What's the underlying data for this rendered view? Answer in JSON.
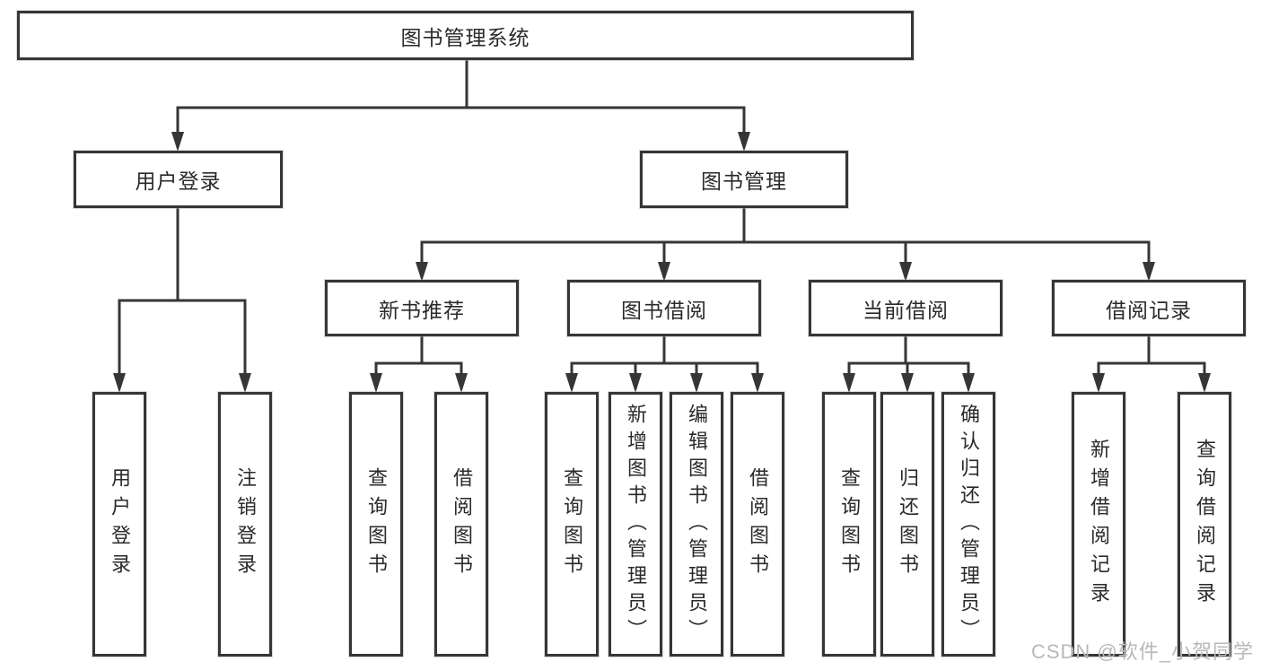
{
  "diagram": {
    "root": {
      "label": "图书管理系统"
    },
    "level2": [
      {
        "label": "用户登录"
      },
      {
        "label": "图书管理"
      }
    ],
    "level3": [
      {
        "label": "新书推荐"
      },
      {
        "label": "图书借阅"
      },
      {
        "label": "当前借阅"
      },
      {
        "label": "借阅记录"
      }
    ],
    "leaves": {
      "user_login": [
        {
          "label": "用户登录"
        },
        {
          "label": "注销登录"
        }
      ],
      "new_book": [
        {
          "label": "查询图书"
        },
        {
          "label": "借阅图书"
        }
      ],
      "book_borrow": [
        {
          "label": "查询图书"
        },
        {
          "label": "新增图书（管理员）"
        },
        {
          "label": "编辑图书（管理员）"
        },
        {
          "label": "借阅图书"
        }
      ],
      "current_borrow": [
        {
          "label": "查询图书"
        },
        {
          "label": "归还图书"
        },
        {
          "label": "确认归还（管理员）"
        }
      ],
      "borrow_record": [
        {
          "label": "新增借阅记录"
        },
        {
          "label": "查询借阅记录"
        }
      ]
    },
    "colors": {
      "line": "#363636",
      "text": "#2a2a2a",
      "box_background": "#ffffff",
      "watermark": "#b8b8b8"
    }
  },
  "watermark": {
    "text": "CSDN @软件_小贺同学"
  }
}
